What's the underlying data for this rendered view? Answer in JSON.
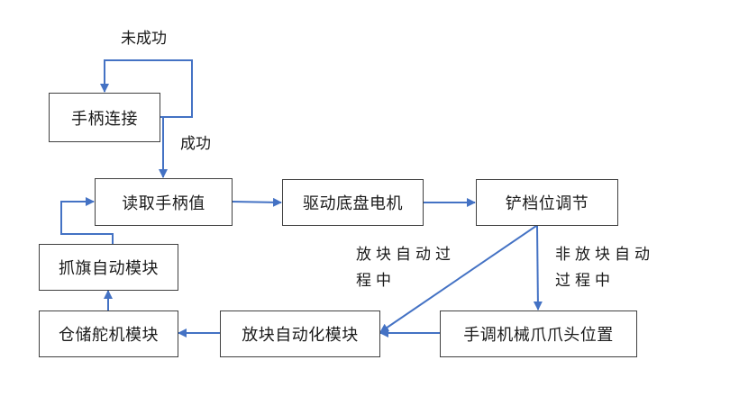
{
  "diagram": {
    "colors": {
      "edge": "#4472C4",
      "border": "#404040",
      "text": "#1a1a1a"
    },
    "nodes": {
      "handle_connect": "手柄连接",
      "read_handle": "读取手柄值",
      "drive_chassis": "驱动底盘电机",
      "shovel_gear": "铲档位调节",
      "flag_auto": "抓旗自动模块",
      "storage_servo": "仓储舵机模块",
      "place_auto": "放块自动化模块",
      "manual_claw": "手调机械爪爪头位置"
    },
    "edge_labels": {
      "not_success": "未成功",
      "success": "成功",
      "placing_line1": "放块自动过",
      "placing_line2": "程中",
      "not_placing_line1": "非放块自动",
      "not_placing_line2": "过程中"
    },
    "edges": [
      {
        "from": "handle_connect",
        "to": "handle_connect",
        "label": "not_success"
      },
      {
        "from": "handle_connect",
        "to": "read_handle",
        "label": "success"
      },
      {
        "from": "read_handle",
        "to": "drive_chassis"
      },
      {
        "from": "drive_chassis",
        "to": "shovel_gear"
      },
      {
        "from": "shovel_gear",
        "to": "place_auto",
        "label": "placing"
      },
      {
        "from": "shovel_gear",
        "to": "manual_claw",
        "label": "not_placing"
      },
      {
        "from": "manual_claw",
        "to": "place_auto"
      },
      {
        "from": "place_auto",
        "to": "storage_servo"
      },
      {
        "from": "storage_servo",
        "to": "flag_auto"
      },
      {
        "from": "flag_auto",
        "to": "read_handle"
      }
    ]
  }
}
